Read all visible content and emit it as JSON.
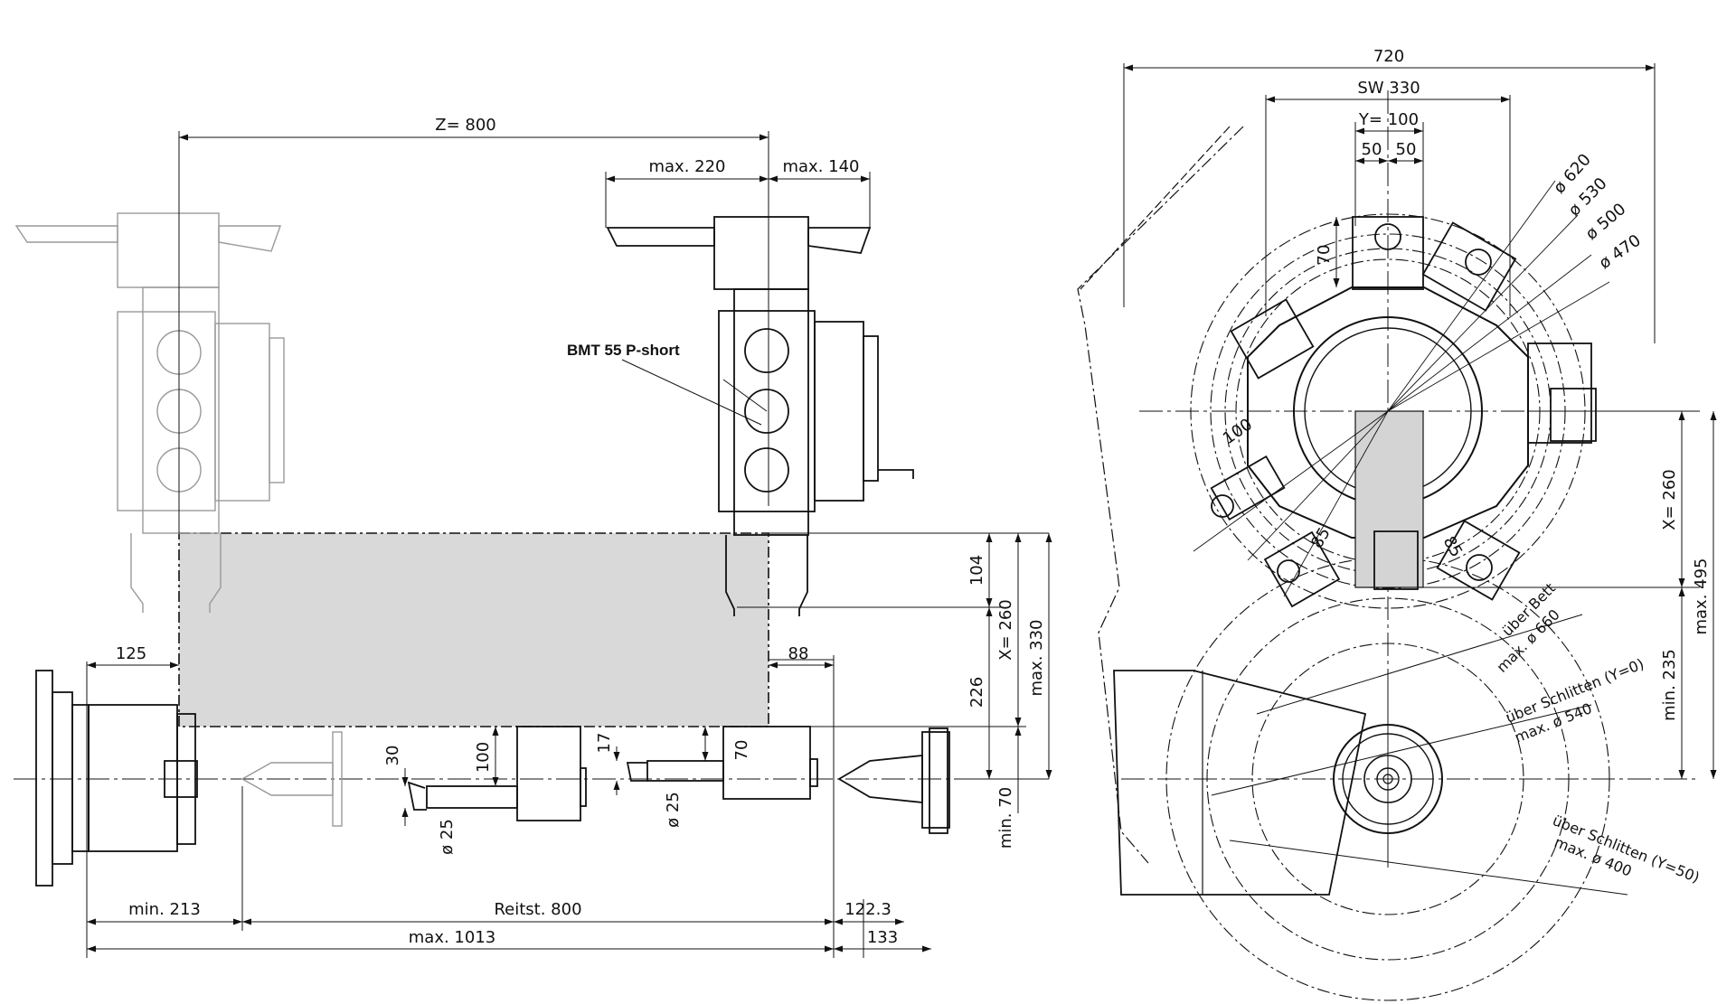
{
  "left_view": {
    "z_travel": "Z= 800",
    "max_220": "max. 220",
    "max_140": "max. 140",
    "turret_label": "BMT 55 P-short",
    "dim_104": "104",
    "x_260": "X= 260",
    "max_330": "max. 330",
    "dim_226": "226",
    "min_70": "min. 70",
    "dim_125": "125",
    "dim_88": "88",
    "dim_30": "30",
    "dim_100": "100",
    "dim_17": "17",
    "dim_70": "70",
    "dia_25_a": "ø 25",
    "dia_25_b": "ø 25",
    "min_213": "min. 213",
    "reitst_800": "Reitst. 800",
    "dim_122_3": "122.3",
    "max_1013": "max. 1013",
    "dim_133": "133"
  },
  "right_view": {
    "dim_720": "720",
    "sw_330": "SW 330",
    "y_100": "Y= 100",
    "dim_50_left": "50",
    "dim_50_right": "50",
    "dim_70": "70",
    "dia_620": "ø 620",
    "dia_530": "ø 530",
    "dia_500": "ø 500",
    "dia_470": "ø 470",
    "dim_100": "100",
    "dim_85_left": "85",
    "dim_85_right": "85",
    "x_260": "X= 260",
    "max_495": "max. 495",
    "min_235": "min. 235",
    "ueber_bett": "über Bett",
    "max_660": "max. ø 660",
    "ueber_schlitten_y0": "über Schlitten (Y=0)",
    "max_540": "max. ø 540",
    "ueber_schlitten_y50": "über Schlitten (Y=50)",
    "max_400": "max. ø 400"
  }
}
